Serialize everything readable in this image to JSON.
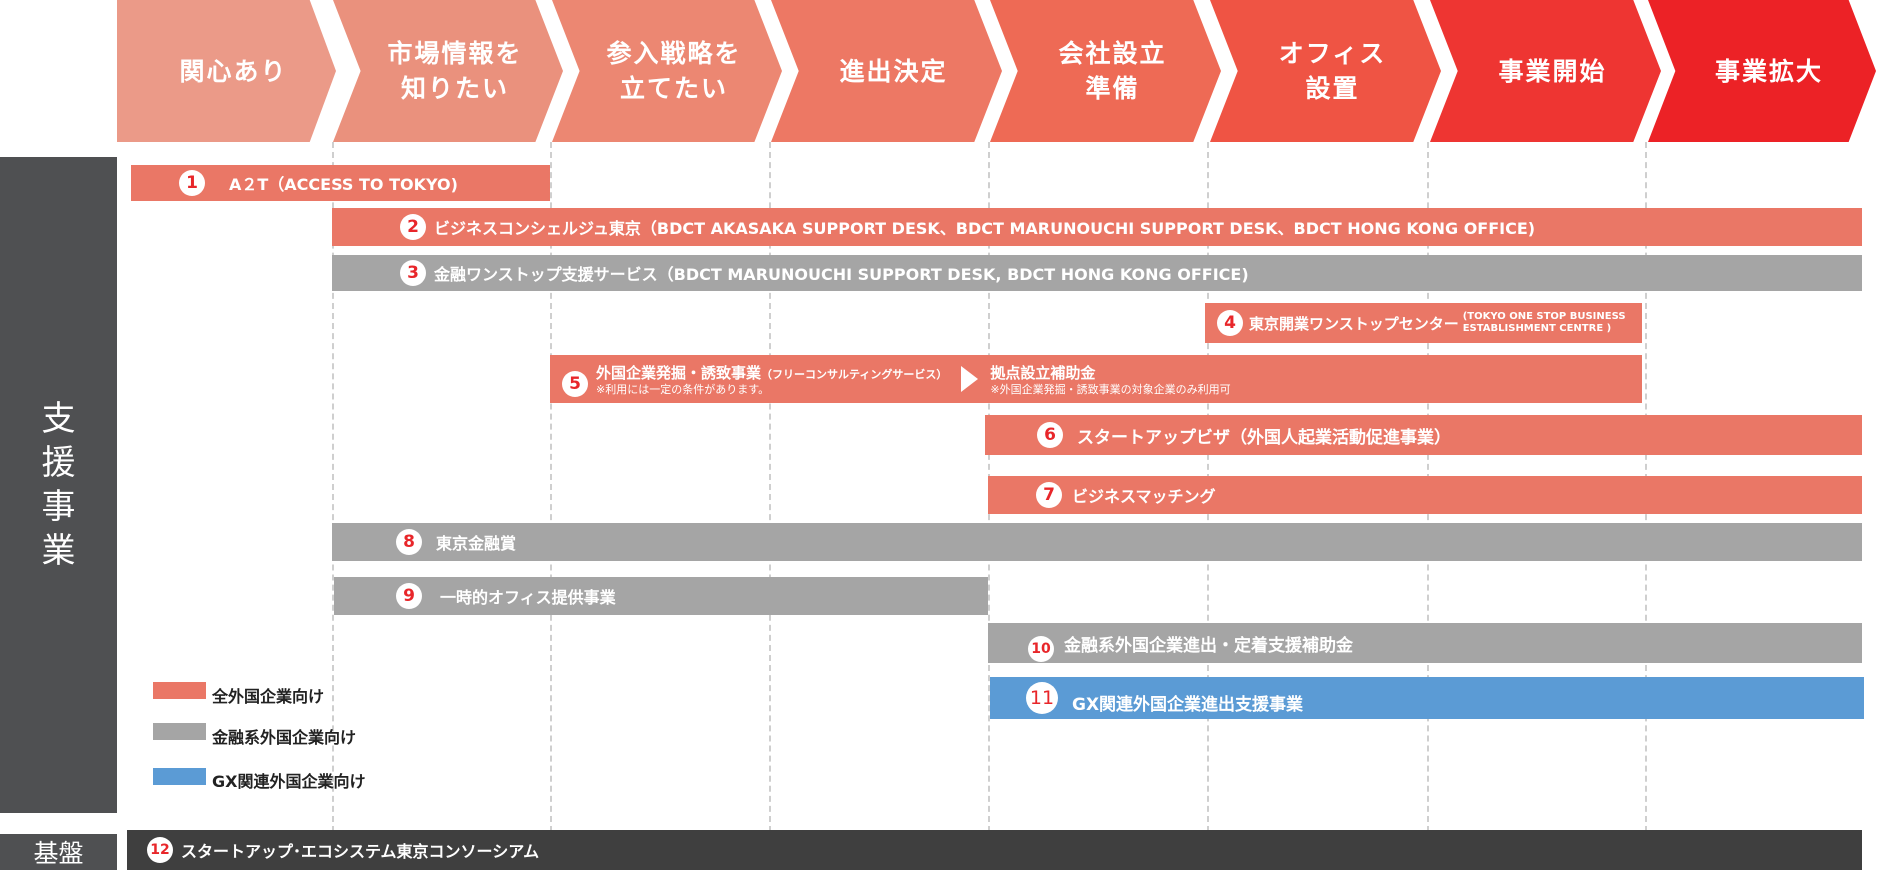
{
  "stages": [
    {
      "label": "関心あり",
      "color": "#eb9a88"
    },
    {
      "label": "市場情報を\n知りたい",
      "color": "#ea917d"
    },
    {
      "label": "参入戦略を\n立てたい",
      "color": "#ec8772"
    },
    {
      "label": "進出決定",
      "color": "#ed7864"
    },
    {
      "label": "会社設立\n準備",
      "color": "#ee6a55"
    },
    {
      "label": "オフィス\n設置",
      "color": "#ef5444"
    },
    {
      "label": "事業開始",
      "color": "#ee3532"
    },
    {
      "label": "事業拡大",
      "color": "#ec2226"
    }
  ],
  "side_label": "支援事業",
  "base_label": "基盤",
  "programs": [
    {
      "num": "1",
      "label": "A２T（ACCESS TO TOKYO)",
      "category": "all"
    },
    {
      "num": "2",
      "label": "ビジネスコンシェルジュ東京（BDCT AKASAKA SUPPORT DESK、BDCT MARUNOUCHI SUPPORT DESK、BDCT HONG KONG OFFICE)",
      "category": "all"
    },
    {
      "num": "3",
      "label": "金融ワンストップ支援サービス（BDCT MARUNOUCHI SUPPORT DESK, BDCT HONG KONG OFFICE)",
      "category": "finance"
    },
    {
      "num": "4",
      "label": "東京開業ワンストップセンター",
      "sublabel": "(TOKYO ONE STOP BUSINESS\nESTABLISHMENT CENTRE )",
      "category": "all"
    },
    {
      "num": "5",
      "label": "外国企業発掘・誘致事業",
      "sublabel": "（フリーコンサルティングサービス）",
      "note": "※利用には一定の条件があります。",
      "next_label": "拠点設立補助金",
      "next_note": "※外国企業発掘・誘致事業の対象企業のみ利用可",
      "category": "all"
    },
    {
      "num": "6",
      "label": "スタートアップビザ（外国人起業活動促進事業）",
      "category": "all"
    },
    {
      "num": "7",
      "label": "ビジネスマッチング",
      "category": "all"
    },
    {
      "num": "8",
      "label": "東京金融賞",
      "category": "finance"
    },
    {
      "num": "9",
      "label": "一時的オフィス提供事業",
      "category": "finance"
    },
    {
      "num": "10",
      "label": "金融系外国企業進出・定着支援補助金",
      "category": "finance"
    },
    {
      "num": "11",
      "label": "GX関連外国企業進出支援事業",
      "category": "gx"
    },
    {
      "num": "12",
      "label": "スタートアップ･エコシステム東京コンソーシアム",
      "category": "base"
    }
  ],
  "legend": [
    {
      "label": "全外国企業向け",
      "color": "#ea7766"
    },
    {
      "label": "金融系外国企業向け",
      "color": "#a5a5a5"
    },
    {
      "label": "GX関連外国企業向け",
      "color": "#5b9bd5"
    }
  ]
}
